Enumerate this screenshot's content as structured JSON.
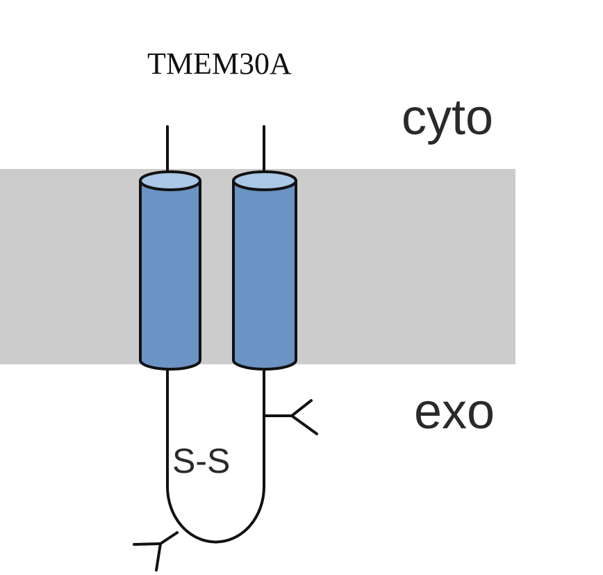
{
  "diagram": {
    "protein_name": "TMEM30A",
    "regions": {
      "cytoplasmic": "cyto",
      "exoplasmic": "exo"
    },
    "disulfide_bond": "S-S",
    "colors": {
      "membrane": "#cccccc",
      "helix_body": "#6b93c4",
      "helix_top": "#a9c7e6",
      "outline": "#111111",
      "text": "#2a2a2a"
    },
    "transmembrane_helices": 2,
    "glycosylation_sites": 2
  }
}
